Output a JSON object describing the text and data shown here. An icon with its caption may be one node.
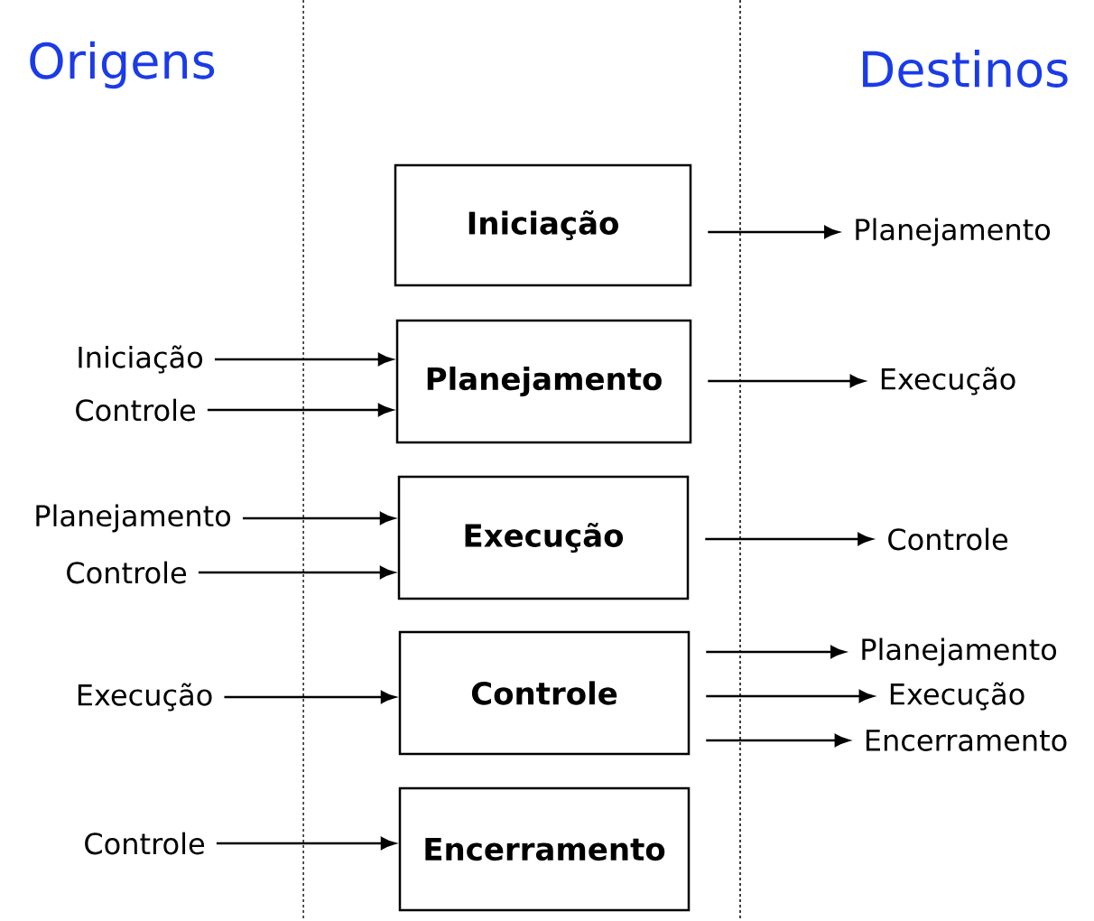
{
  "diagram": {
    "nodes": [
      {
        "text": [
          "Iniciação"
        ]
      },
      {
        "text": [
          "Planejamento"
        ]
      },
      {
        "text": [
          "Execução"
        ]
      },
      {
        "text": [
          "Controle"
        ]
      },
      {
        "text": [
          "Encerramento"
        ]
      },
      {
        "text": [
          "Iniciação"
        ]
      },
      {
        "text": [
          "Controle"
        ]
      },
      {
        "text": [
          "Planejamento"
        ]
      },
      {
        "text": [
          "Controle"
        ]
      },
      {
        "text": [
          "Execução"
        ]
      },
      {
        "text": [
          "Controle"
        ]
      },
      {
        "text": [
          "Planejamento"
        ]
      },
      {
        "text": [
          "Execução"
        ]
      },
      {
        "text": [
          "Controle"
        ]
      },
      {
        "text": [
          "Planejamento"
        ]
      },
      {
        "text": [
          "Execução"
        ]
      },
      {
        "text": [
          "Encerramento"
        ]
      }
    ],
    "edges": [
      {
        "from": 0,
        "to": 11,
        "arrow": "to"
      },
      {
        "from": 5,
        "to": 1,
        "arrow": "to"
      },
      {
        "from": 6,
        "to": 1,
        "arrow": "to"
      },
      {
        "from": 1,
        "to": 12,
        "arrow": "to"
      },
      {
        "from": 7,
        "to": 2,
        "arrow": "to"
      },
      {
        "from": 8,
        "to": 2,
        "arrow": "to"
      },
      {
        "from": 2,
        "to": 13,
        "arrow": "to"
      },
      {
        "from": 9,
        "to": 3,
        "arrow": "to"
      },
      {
        "from": 3,
        "to": 14,
        "arrow": "to"
      },
      {
        "from": 3,
        "to": 15,
        "arrow": "to"
      },
      {
        "from": 3,
        "to": 16,
        "arrow": "to"
      },
      {
        "from": 10,
        "to": 4,
        "arrow": "to"
      }
    ],
    "labels": [
      "Origens",
      "Destinos"
    ]
  }
}
